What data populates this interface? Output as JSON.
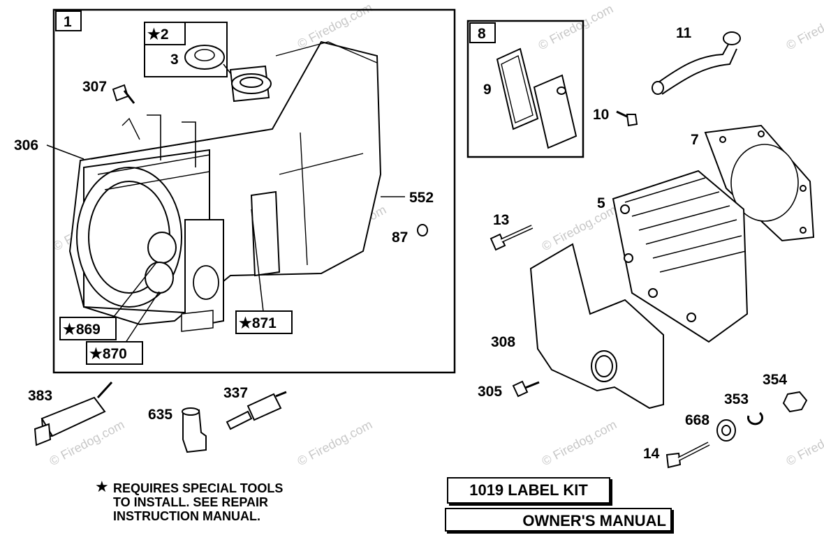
{
  "watermark": "© Firedog.com",
  "groups": {
    "main_block": {
      "label": "1"
    },
    "gasket_group": {
      "label": "8"
    }
  },
  "callouts": {
    "c2": "★2",
    "c3": "3",
    "c307": "307",
    "c306": "306",
    "c552": "552",
    "c87": "87",
    "c869": "★869",
    "c870": "★870",
    "c871": "★871",
    "c9": "9",
    "c11": "11",
    "c10": "10",
    "c7": "7",
    "c5": "5",
    "c13": "13",
    "c308": "308",
    "c305": "305",
    "c383": "383",
    "c635": "635",
    "c337": "337",
    "c354": "354",
    "c353": "353",
    "c668": "668",
    "c14": "14"
  },
  "note": {
    "star": "★",
    "lines": [
      "REQUIRES SPECIAL TOOLS",
      "TO INSTALL.  SEE REPAIR",
      "INSTRUCTION MANUAL."
    ]
  },
  "kits": {
    "label_kit": "1019 LABEL KIT",
    "owners_manual": "OWNER'S MANUAL"
  }
}
